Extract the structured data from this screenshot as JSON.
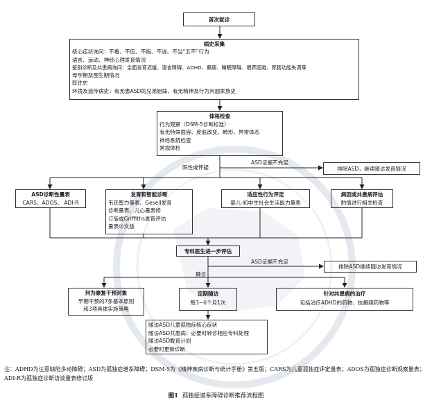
{
  "boxes": {
    "first_visit": "首次就诊",
    "history": {
      "title": "病史采集",
      "lines": [
        "核心症状询问：不看、不应、不指、不说、不当“五不”行为",
        "语言、运动、神经心理发育情况",
        "鉴别诊断及共患病询问：全面发育迟缓、语言障碍、ADHD、癫痫、睡眠障碍、喂养困难、胃肠功能失调等",
        "母孕期及围生期情况",
        "既往史",
        "环境及遗传病史：有无患ASD的兄弟姐妹、有无精神及行为问题家族史"
      ]
    },
    "exam": {
      "title": "体格检查",
      "lines": [
        "行为观察（DSM-5诊断标准）",
        "有无特殊面容、皮肤改变、畸形、异常体态",
        "神经系统检查",
        "常规体检"
      ]
    },
    "exclude1": "排除ASD，继续随访发育情况",
    "scales": {
      "title": "ASD诊断性量表",
      "lines": [
        "CARS、ADOS、 ADI-R"
      ]
    },
    "development": {
      "title": "发育和智能诊断",
      "lines": [
        "韦氏智力量表、Gesell发育",
        "诊断量表、儿心量表修",
        "订版或Griffiths发育评估",
        "量表中文版"
      ]
    },
    "adaptive": {
      "title": "适应性行为评定",
      "lines": [
        "婴儿-初中生社会生活能力量表"
      ]
    },
    "etiology": {
      "title": "病因或共患病评估",
      "lines": [
        "酌情进行相关检查"
      ]
    },
    "specialist": "专科医生进一步评估",
    "exclude2": "排除ASD继续随访发育情况",
    "rehab": {
      "title": "列为康复干预对象",
      "lines": [
        "早期干预的7条基本原则",
        "和3项具体实施策略"
      ]
    },
    "followup": {
      "title": "定期随访",
      "lines": [
        "每3~6个月1次"
      ]
    },
    "comorbid": {
      "title": "针对共患病的治疗",
      "lines": [
        "包括治疗ADHD的药物、抗癫痫药物等"
      ]
    },
    "longterm": {
      "lines": [
        "随访ASD儿童孤独症核心症状",
        "随访ASD共患病：必要时转诊相应专科处理",
        "随访ASD教育计划",
        "必要时更新诊断"
      ]
    }
  },
  "labels": {
    "positive_suspect": "阳性或怀疑",
    "insufficient1": "ASD证据不充足",
    "insufficient2": "ASD证据不充足",
    "confirmed": "确诊"
  },
  "note": "注：ADHD为注意缺陷多动障碍；ASD为孤独症谱系障碍；DSM-5为《精神疾病诊断与统计手册》第五版；CARS为儿童孤独症评定量表；ADOS为孤独症诊断观察量表；ADI-R为孤独症诊断访谈量表修订版",
  "caption": {
    "figure_no": "图1",
    "title": "孤独症谱系障碍诊断推荐流程图"
  },
  "colors": {
    "line": "#222222",
    "heading": "#1a1a1a",
    "watermark": "#e3e8ee"
  }
}
